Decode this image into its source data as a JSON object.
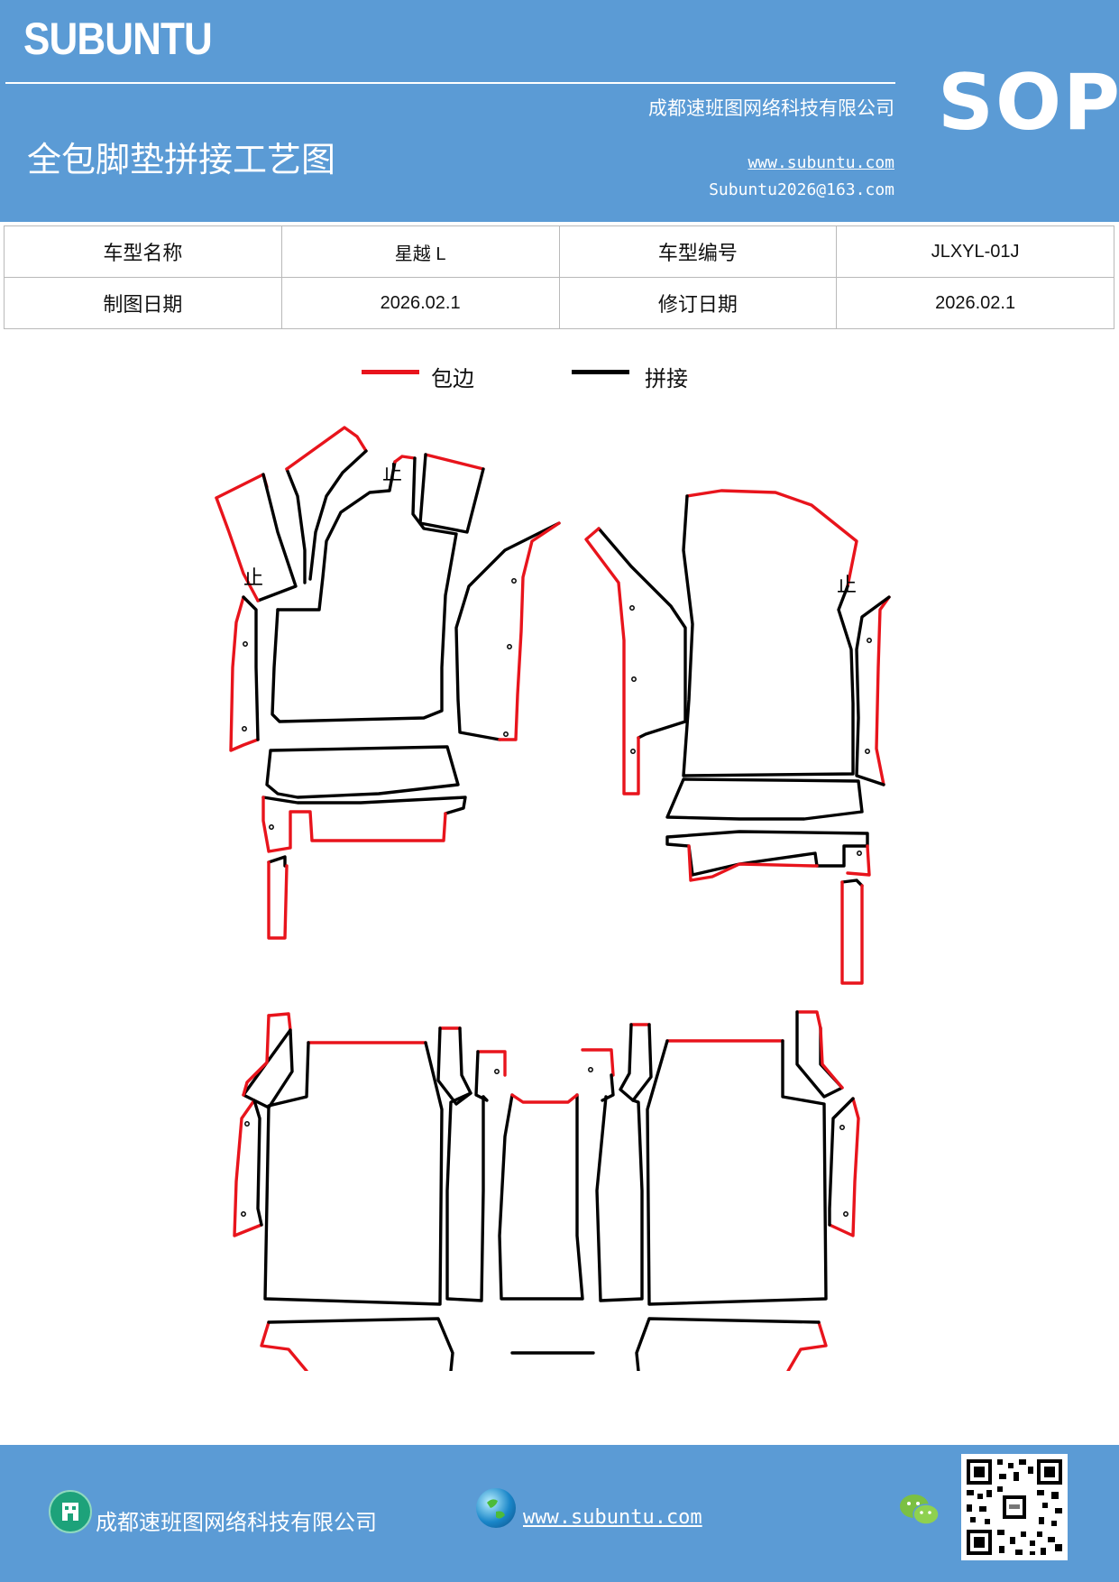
{
  "header": {
    "brand": "SUBUNTU",
    "sop": "SOP",
    "company": "成都速班图网络科技有限公司",
    "title": "全包脚垫拼接工艺图",
    "website": "www.subuntu.com",
    "email": "Subuntu2026@163.com",
    "bg_color": "#5b9bd5"
  },
  "info_table": {
    "rows": [
      [
        "车型名称",
        "星越 L",
        "车型编号",
        "JLXYL-01J"
      ],
      [
        "制图日期",
        "2026.02.1",
        "修订日期",
        "2026.02.1"
      ]
    ]
  },
  "legend": {
    "items": [
      {
        "label": "包边",
        "color": "#e8141c"
      },
      {
        "label": "拼接",
        "color": "#000000"
      }
    ]
  },
  "drawing": {
    "marks": [
      "止",
      "止",
      "止"
    ]
  },
  "footer": {
    "company": "成都速班图网络科技有限公司",
    "website": "www.subuntu.com",
    "icons": [
      "building-icon",
      "globe-icon",
      "wechat-icon",
      "qr-code"
    ]
  }
}
